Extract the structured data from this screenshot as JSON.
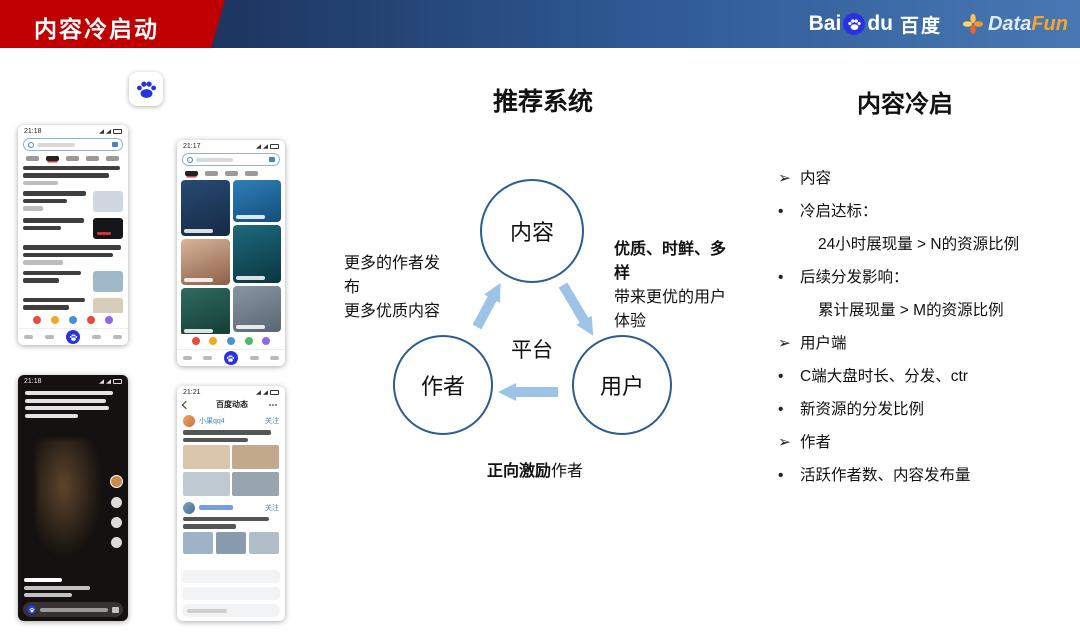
{
  "header": {
    "title": "内容冷启动",
    "baidu_logo": {
      "bai": "Bai",
      "du": "du",
      "cn": "百度"
    },
    "datafun_logo": {
      "data": "Data",
      "fun": "Fun"
    }
  },
  "diagram": {
    "title": "推荐系统",
    "node_content": "内容",
    "node_author": "作者",
    "node_user": "用户",
    "platform": "平台",
    "note_left_line1": "更多的作者发布",
    "note_left_line2": "更多优质内容",
    "note_right_bold": "优质、时鲜、多样",
    "note_right_text": "带来更优的用户体验",
    "note_bottom_bold": "正向激励",
    "note_bottom_text": "作者"
  },
  "cold_start_panel": {
    "title": "内容冷启",
    "items": [
      {
        "marker": "➢",
        "text": "内容"
      },
      {
        "marker": "•",
        "text": "冷启达标："
      },
      {
        "marker": "",
        "text": "24小时展现量 > N的资源比例"
      },
      {
        "marker": "•",
        "text": "后续分发影响："
      },
      {
        "marker": "",
        "text": "累计展现量  > M的资源比例"
      },
      {
        "marker": "➢",
        "text": "用户端"
      },
      {
        "marker": "•",
        "text": "C端大盘时长、分发、ctr"
      },
      {
        "marker": "•",
        "text": "新资源的分发比例"
      },
      {
        "marker": "➢",
        "text": "作者"
      },
      {
        "marker": "•",
        "text": "活跃作者数、内容发布量"
      }
    ]
  },
  "phones": {
    "feed": {
      "time": "21:18"
    },
    "discover": {
      "time": "21:17"
    },
    "video": {
      "time": "21:18"
    },
    "dongtai": {
      "time": "21:21",
      "title": "百度动态",
      "post1_name": "小果qq4",
      "follow": "关注"
    }
  },
  "colors": {
    "accent-red": "#c00000",
    "baidu-blue": "#2932e1",
    "circle-border": "#2a5d92",
    "arrow-blue": "#9dc3e6"
  }
}
